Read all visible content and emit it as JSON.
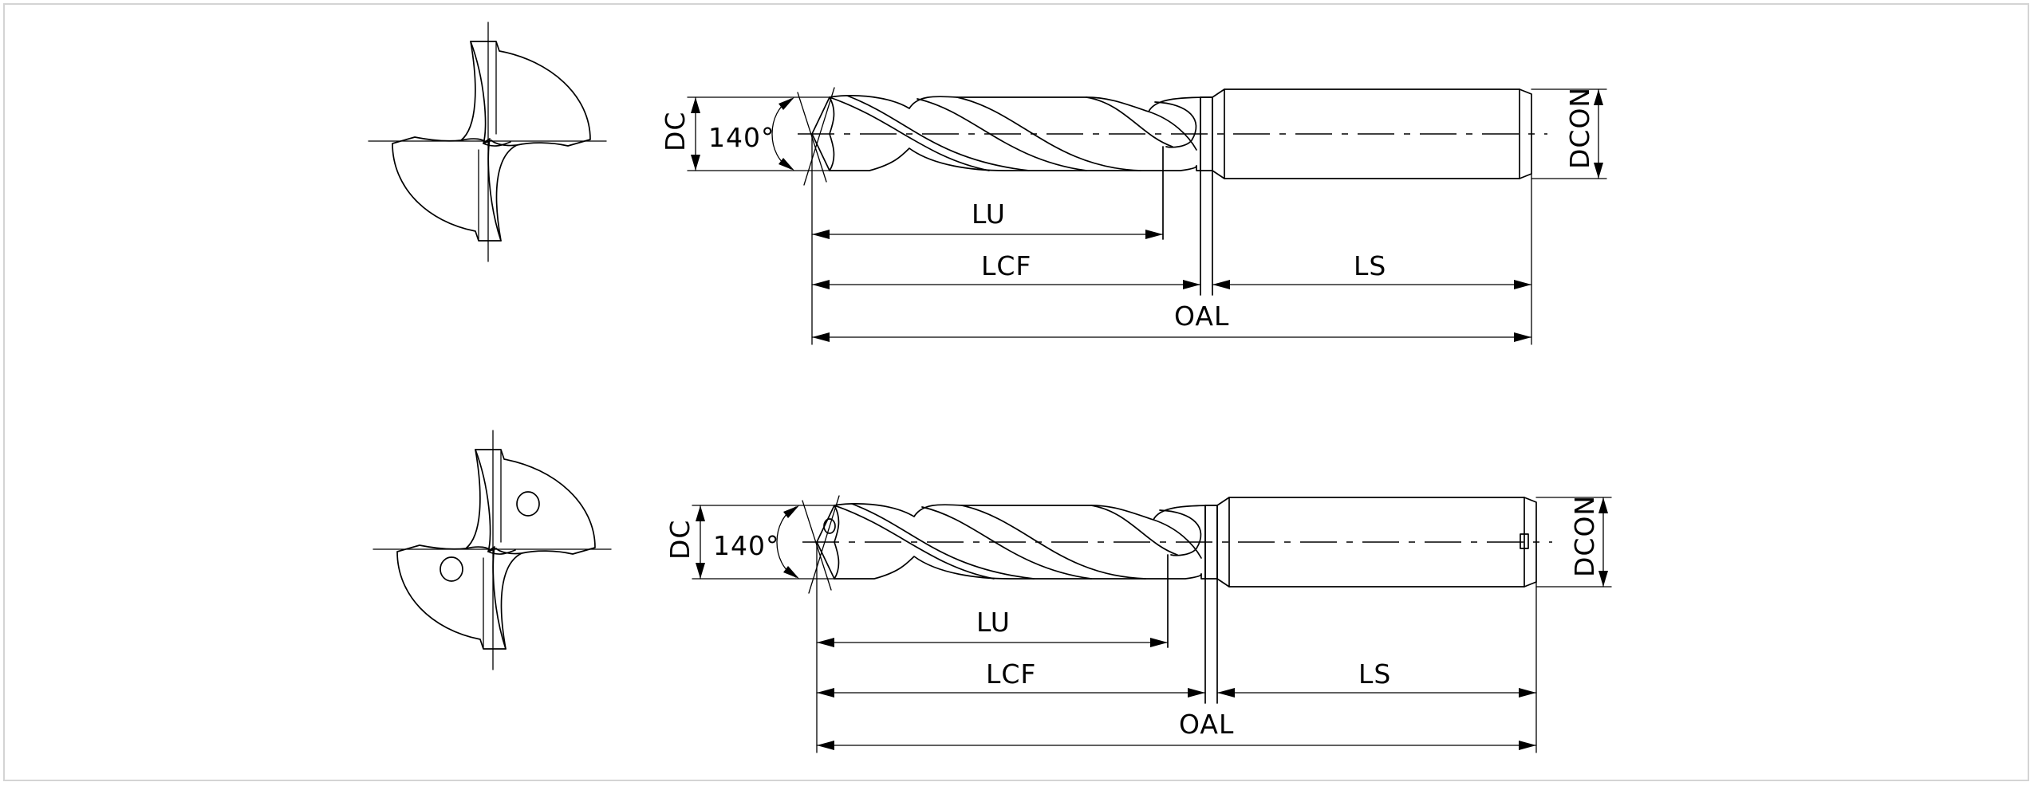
{
  "views": [
    {
      "id": "top",
      "labels": {
        "dc": "DC",
        "angle": "140°",
        "lu": "LU",
        "lcf": "LCF",
        "ls": "LS",
        "oal": "OAL",
        "dcon": "DCON"
      },
      "coolant_holes": false
    },
    {
      "id": "bottom",
      "labels": {
        "dc": "DC",
        "angle": "140°",
        "lu": "LU",
        "lcf": "LCF",
        "ls": "LS",
        "oal": "OAL",
        "dcon": "DCON"
      },
      "coolant_holes": true
    }
  ]
}
